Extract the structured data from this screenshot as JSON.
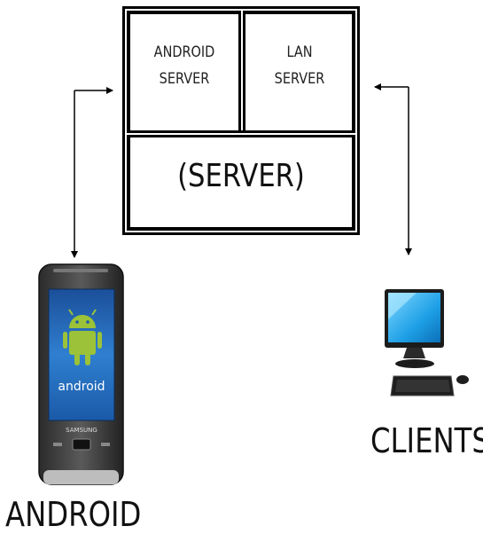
{
  "server_box": {
    "android_server_line1": "ANDROID",
    "android_server_line2": "SERVER",
    "lan_server_line1": "LAN",
    "lan_server_line2": "SERVER",
    "server_label": "(SERVER)"
  },
  "devices": {
    "android_label": "ANDROID",
    "clients_label": "CLIENTS",
    "phone_logo_text": "android",
    "phone_brand_text": "SAMSUNG"
  },
  "connections": [
    {
      "from": "server-box",
      "to": "android-phone",
      "style": "bidirectional-arrow"
    },
    {
      "from": "server-box",
      "to": "client-computer",
      "style": "bidirectional-arrow"
    }
  ],
  "colors": {
    "line": "#000000",
    "android_green": "#9bc238",
    "phone_screen": "#1a66b8",
    "monitor_screen": "#28a8e8"
  },
  "icons": [
    "android-phone-icon",
    "desktop-computer-icon",
    "android-robot-icon"
  ]
}
